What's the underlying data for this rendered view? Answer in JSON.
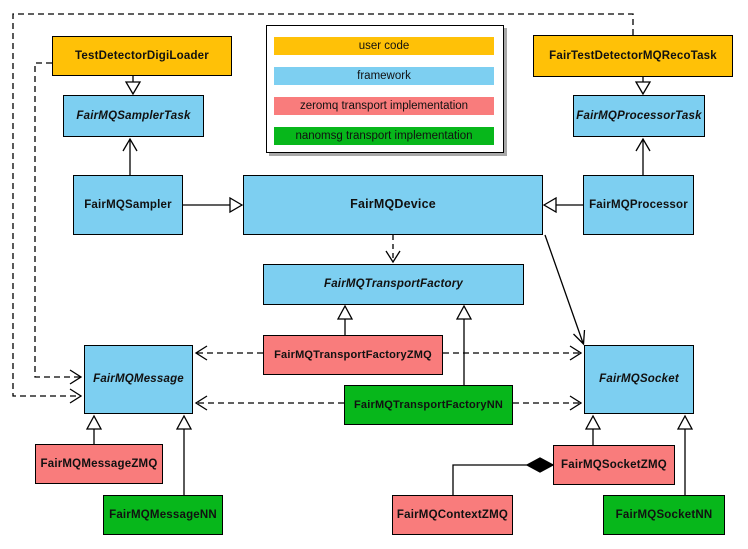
{
  "legend": {
    "items": [
      {
        "label": "user code",
        "color": "#FFC107"
      },
      {
        "label": "framework",
        "color": "#7DCFF1"
      },
      {
        "label": "zeromq transport implementation",
        "color": "#F97C7C"
      },
      {
        "label": "nanomsg transport implementation",
        "color": "#07B71B"
      }
    ]
  },
  "nodes": {
    "test_detector_digi_loader": {
      "label": "TestDetectorDigiLoader",
      "category": "user code",
      "abstract": false
    },
    "fair_test_detector_mq_reco_task": {
      "label": "FairTestDetectorMQRecoTask",
      "category": "user code",
      "abstract": false
    },
    "fairmq_sampler_task": {
      "label": "FairMQSamplerTask",
      "category": "framework",
      "abstract": true
    },
    "fairmq_processor_task": {
      "label": "FairMQProcessorTask",
      "category": "framework",
      "abstract": true
    },
    "fairmq_sampler": {
      "label": "FairMQSampler",
      "category": "framework",
      "abstract": false
    },
    "fairmq_device": {
      "label": "FairMQDevice",
      "category": "framework",
      "abstract": false
    },
    "fairmq_processor": {
      "label": "FairMQProcessor",
      "category": "framework",
      "abstract": false
    },
    "fairmq_transport_factory": {
      "label": "FairMQTransportFactory",
      "category": "framework",
      "abstract": true
    },
    "fairmq_transport_factory_zmq": {
      "label": "FairMQTransportFactoryZMQ",
      "category": "zeromq",
      "abstract": false
    },
    "fairmq_transport_factory_nn": {
      "label": "FairMQTransportFactoryNN",
      "category": "nanomsg",
      "abstract": false
    },
    "fairmq_message": {
      "label": "FairMQMessage",
      "category": "framework",
      "abstract": true
    },
    "fairmq_socket": {
      "label": "FairMQSocket",
      "category": "framework",
      "abstract": true
    },
    "fairmq_message_zmq": {
      "label": "FairMQMessageZMQ",
      "category": "zeromq",
      "abstract": false
    },
    "fairmq_message_nn": {
      "label": "FairMQMessageNN",
      "category": "nanomsg",
      "abstract": false
    },
    "fairmq_context_zmq": {
      "label": "FairMQContextZMQ",
      "category": "zeromq",
      "abstract": false
    },
    "fairmq_socket_zmq": {
      "label": "FairMQSocketZMQ",
      "category": "zeromq",
      "abstract": false
    },
    "fairmq_socket_nn": {
      "label": "FairMQSocketNN",
      "category": "nanomsg",
      "abstract": false
    }
  },
  "edges": [
    {
      "from": "TestDetectorDigiLoader",
      "to": "FairMQSamplerTask",
      "line": "solid",
      "head": "hollow-triangle"
    },
    {
      "from": "FairTestDetectorMQRecoTask",
      "to": "FairMQProcessorTask",
      "line": "solid",
      "head": "hollow-triangle"
    },
    {
      "from": "FairMQSampler",
      "to": "FairMQSamplerTask",
      "line": "solid",
      "head": "open-chevron"
    },
    {
      "from": "FairMQProcessor",
      "to": "FairMQProcessorTask",
      "line": "solid",
      "head": "open-chevron"
    },
    {
      "from": "FairMQSampler",
      "to": "FairMQDevice",
      "line": "solid",
      "head": "hollow-triangle"
    },
    {
      "from": "FairMQProcessor",
      "to": "FairMQDevice",
      "line": "solid",
      "head": "hollow-triangle"
    },
    {
      "from": "FairMQDevice",
      "to": "FairMQTransportFactory",
      "line": "dashed",
      "head": "open-chevron"
    },
    {
      "from": "FairMQDevice",
      "to": "FairMQSocket",
      "line": "solid",
      "head": "open-chevron"
    },
    {
      "from": "FairMQTransportFactoryZMQ",
      "to": "FairMQTransportFactory",
      "line": "solid",
      "head": "hollow-triangle"
    },
    {
      "from": "FairMQTransportFactoryNN",
      "to": "FairMQTransportFactory",
      "line": "solid",
      "head": "hollow-triangle"
    },
    {
      "from": "FairMQTransportFactoryZMQ",
      "to": "FairMQMessage",
      "line": "dashed",
      "head": "open-chevron"
    },
    {
      "from": "FairMQTransportFactoryZMQ",
      "to": "FairMQSocket",
      "line": "dashed",
      "head": "open-chevron"
    },
    {
      "from": "FairMQTransportFactoryNN",
      "to": "FairMQMessage",
      "line": "dashed",
      "head": "open-chevron"
    },
    {
      "from": "FairMQTransportFactoryNN",
      "to": "FairMQSocket",
      "line": "dashed",
      "head": "open-chevron"
    },
    {
      "from": "TestDetectorDigiLoader",
      "to": "FairMQMessage",
      "line": "dashed",
      "head": "open-chevron"
    },
    {
      "from": "FairTestDetectorMQRecoTask",
      "to": "FairMQMessage",
      "line": "dashed",
      "head": "open-chevron"
    },
    {
      "from": "FairMQMessageZMQ",
      "to": "FairMQMessage",
      "line": "solid",
      "head": "hollow-triangle"
    },
    {
      "from": "FairMQMessageNN",
      "to": "FairMQMessage",
      "line": "solid",
      "head": "hollow-triangle"
    },
    {
      "from": "FairMQSocketZMQ",
      "to": "FairMQSocket",
      "line": "solid",
      "head": "hollow-triangle"
    },
    {
      "from": "FairMQSocketNN",
      "to": "FairMQSocket",
      "line": "solid",
      "head": "hollow-triangle"
    },
    {
      "from": "FairMQContextZMQ",
      "to": "FairMQSocketZMQ",
      "line": "solid",
      "head": "filled-diamond"
    }
  ],
  "colors": {
    "user_code": "#FFC107",
    "framework": "#7DCFF1",
    "zeromq": "#F97C7C",
    "nanomsg": "#07B71B",
    "line": "#000000",
    "background": "#FFFFFF"
  }
}
